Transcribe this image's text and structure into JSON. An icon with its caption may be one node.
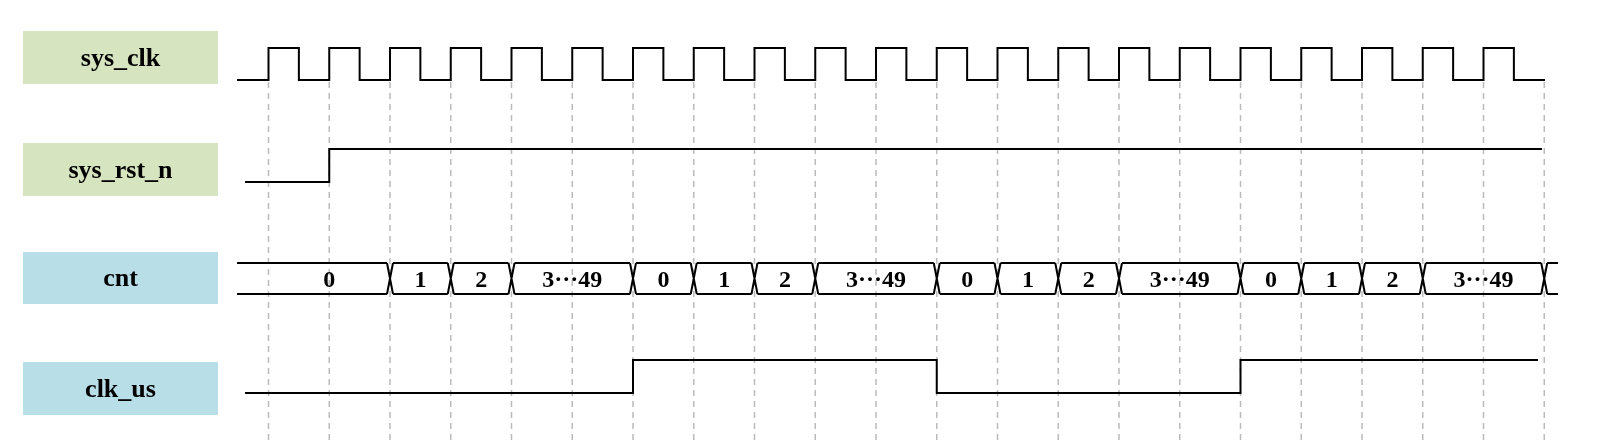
{
  "diagram": {
    "nodes": [
      {
        "text": [
          "sys_clk"
        ]
      },
      {
        "text": [
          "sys_rst_n"
        ]
      },
      {
        "text": [
          "cnt"
        ]
      },
      {
        "text": [
          "clk_us"
        ]
      }
    ],
    "labels": [
      "0",
      "1",
      "2",
      "3···49",
      "0",
      "1",
      "2",
      "3···49",
      "0",
      "1",
      "2",
      "3···49",
      "0",
      "1",
      "2",
      "3···49"
    ]
  }
}
